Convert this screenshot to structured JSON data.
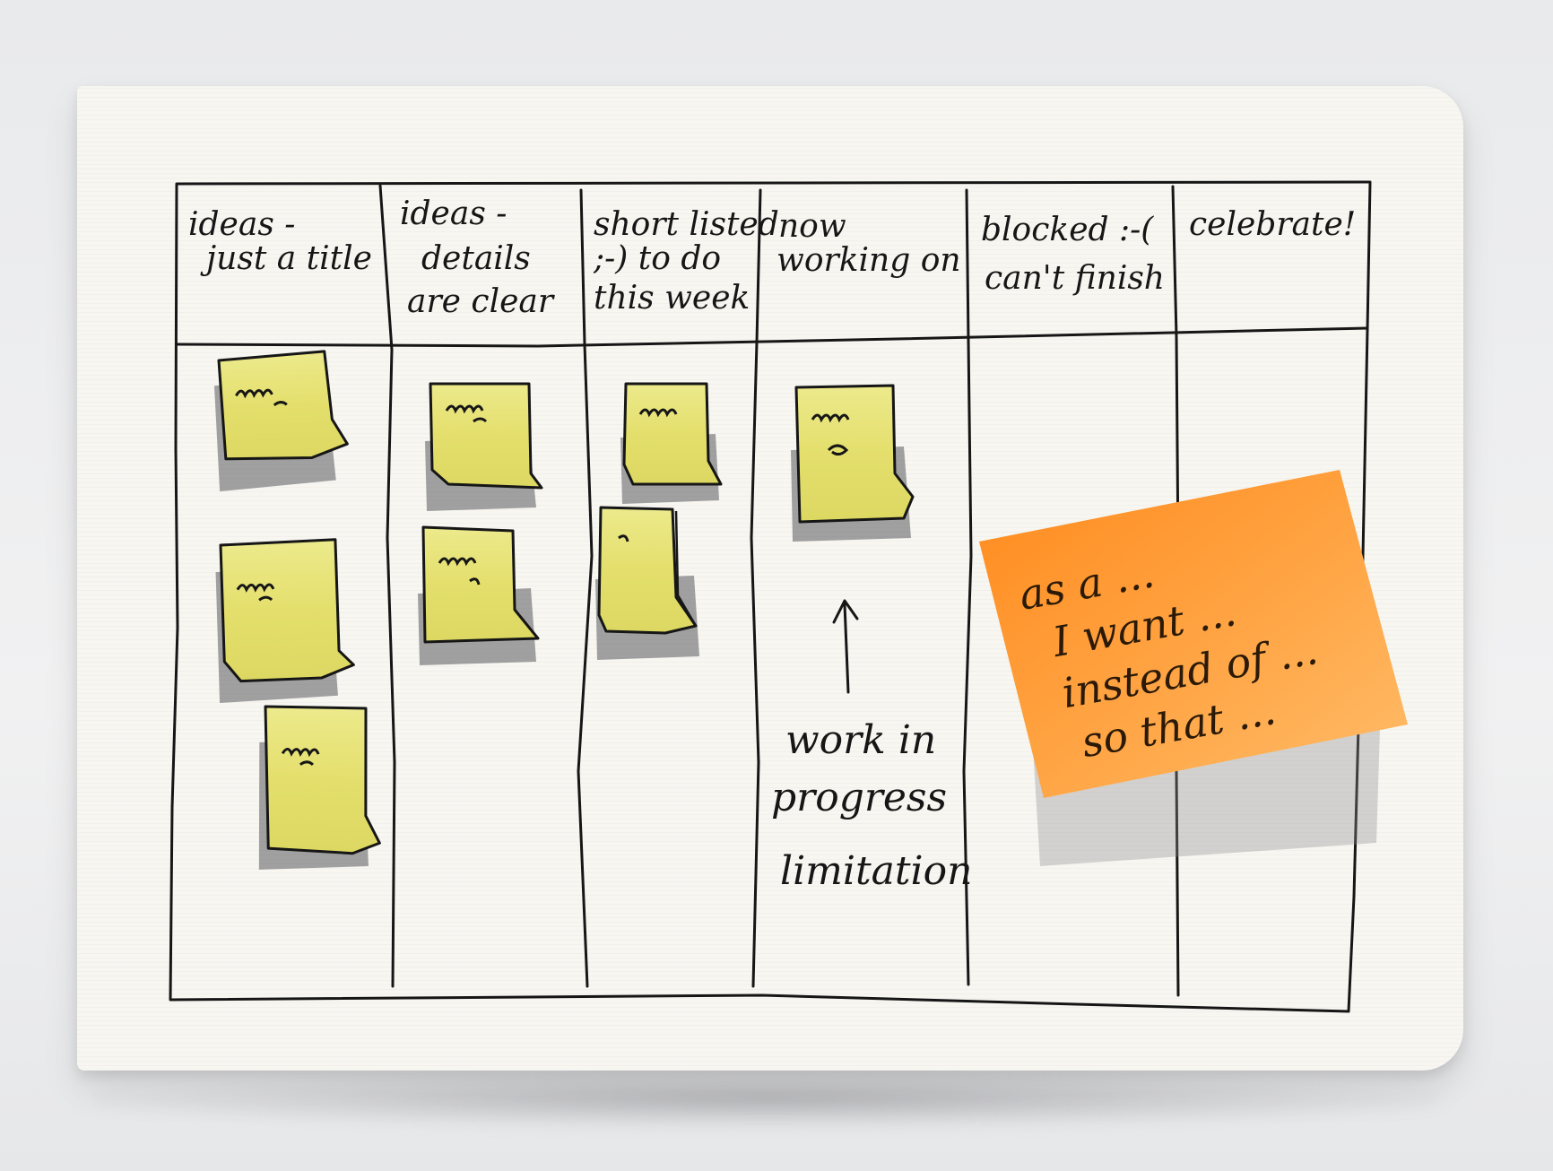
{
  "board": {
    "columns": [
      {
        "lines": [
          "ideas -",
          "just a title"
        ]
      },
      {
        "lines": [
          "ideas -",
          "details",
          "are clear"
        ]
      },
      {
        "lines": [
          "short listed",
          ";-)  to do",
          "this week"
        ]
      },
      {
        "lines": [
          "now",
          "working on"
        ]
      },
      {
        "lines": [
          "blocked :-(",
          "can't finish"
        ]
      },
      {
        "lines": [
          "celebrate!"
        ]
      }
    ],
    "wip_annotation": [
      "work in",
      "progress",
      "limitation"
    ]
  },
  "user_story_note": {
    "lines": [
      "as a ...",
      "I want ...",
      "instead of ...",
      "so that ..."
    ],
    "color": "#ff9a2e"
  },
  "colors": {
    "sticky_yellow": "#e6e27a",
    "ink": "#161616",
    "paper": "#f7f6f1"
  }
}
